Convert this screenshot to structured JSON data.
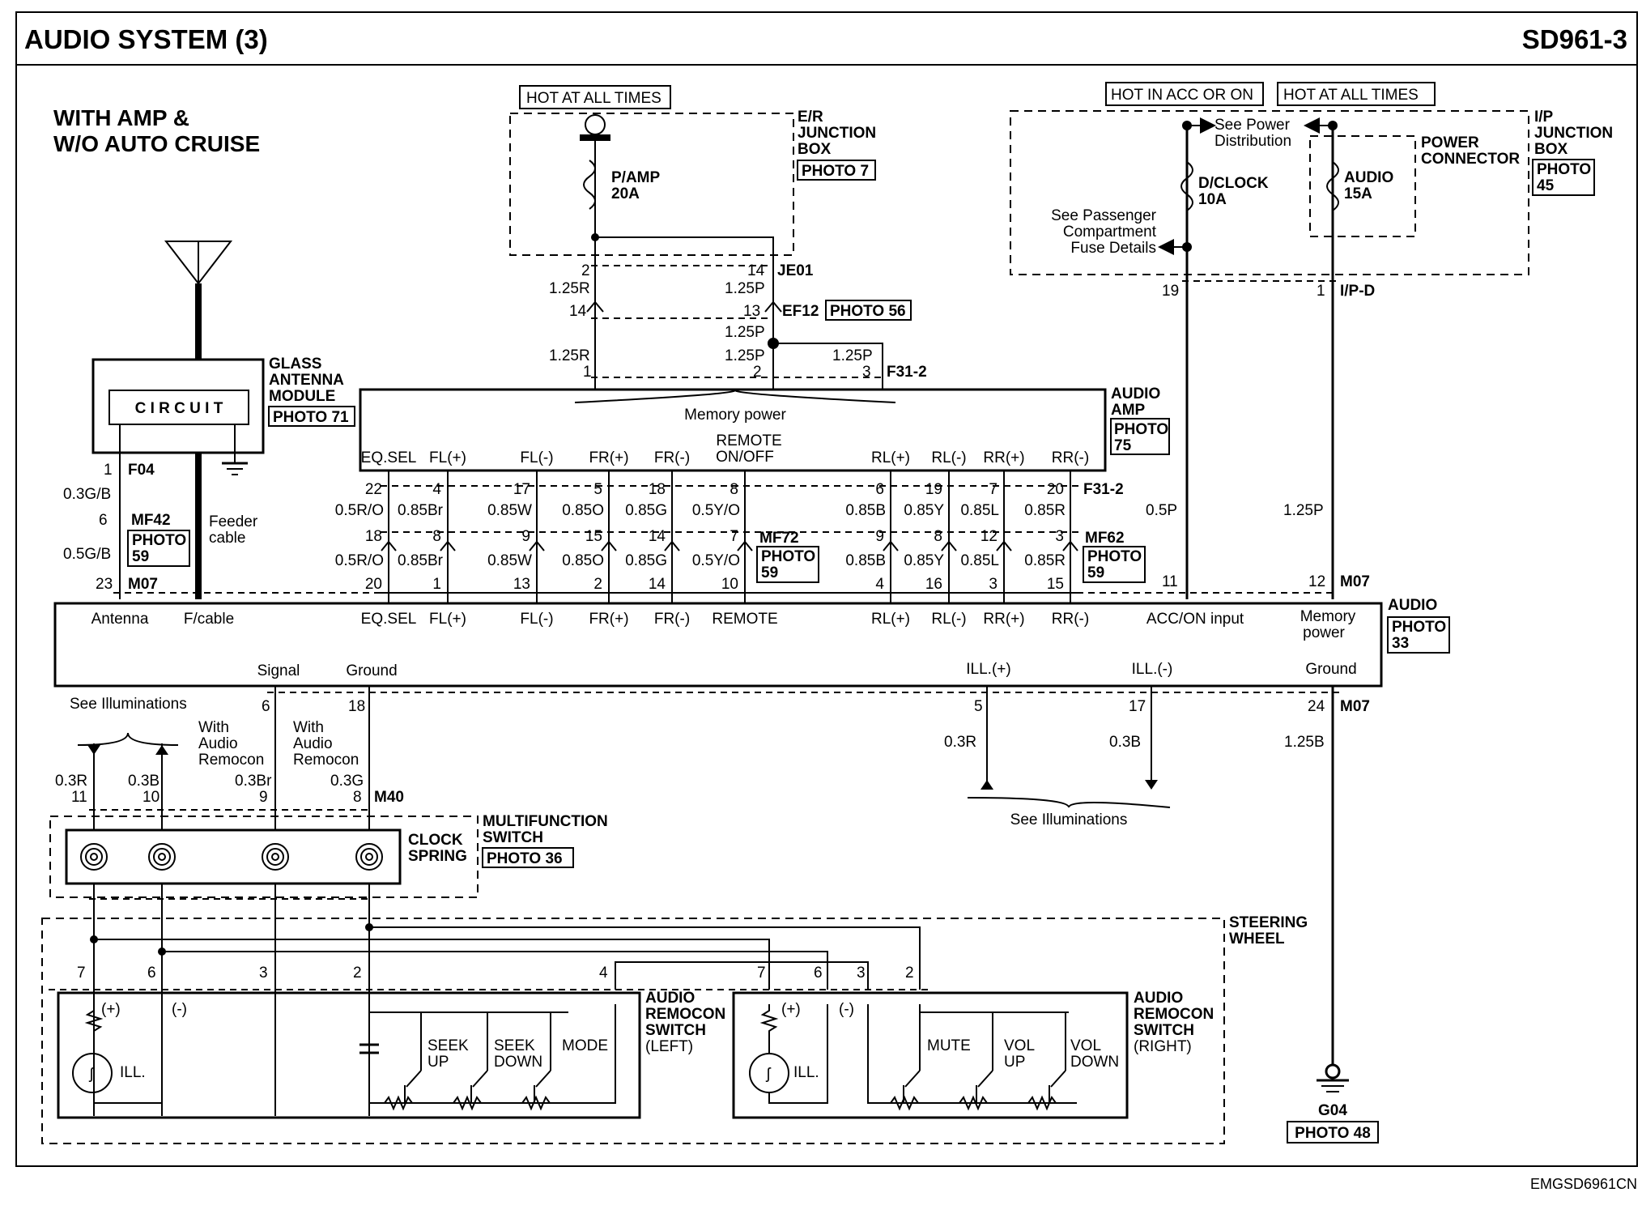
{
  "header": {
    "title": "AUDIO SYSTEM (3)",
    "code": "SD961-3"
  },
  "variant": [
    "WITH AMP &",
    "W/O AUTO CRUISE"
  ],
  "footer_code": "EMGSD6961CN",
  "power": {
    "hot_all_times_er": "HOT AT ALL TIMES",
    "hot_acc_on": "HOT IN ACC OR ON",
    "hot_all_times_ip": "HOT AT ALL TIMES",
    "er_box": [
      "E/R",
      "JUNCTION",
      "BOX"
    ],
    "er_photo": "PHOTO 7",
    "pamp_fuse": [
      "P/AMP",
      "20A"
    ],
    "ip_box": [
      "I/P",
      "JUNCTION",
      "BOX"
    ],
    "ip_photo": [
      "PHOTO",
      "45"
    ],
    "power_connector": [
      "POWER",
      "CONNECTOR"
    ],
    "dclock_fuse": [
      "D/CLOCK",
      "10A"
    ],
    "audio_fuse": [
      "AUDIO",
      "15A"
    ],
    "see_power_dist": [
      "See Power",
      "Distribution"
    ],
    "see_passenger": [
      "See Passenger",
      "Compartment",
      "Fuse Details"
    ]
  },
  "connectors": {
    "je01": "JE01",
    "ef12": "EF12",
    "ef12_photo": "PHOTO 56",
    "f31_2": "F31-2",
    "ip_d": "I/P-D",
    "m07": "M07",
    "f04": "F04",
    "mf42": "MF42",
    "mf72": "MF72",
    "mf62": "MF62",
    "m40": "M40",
    "g04": "G04"
  },
  "er_wires": {
    "pin2": "2",
    "pin14a": "14",
    "w_125r": "1.25R",
    "w_125p": "1.25P",
    "pin14b": "14",
    "pin13": "13",
    "pin1": "1",
    "pin2b": "2",
    "pin3": "3"
  },
  "ip_wires": {
    "pin19": "19",
    "pin1": "1",
    "w_05p": "0.5P",
    "w_125p": "1.25P",
    "pin11": "11",
    "pin12": "12"
  },
  "amp": {
    "title": [
      "AUDIO",
      "AMP"
    ],
    "photo": [
      "PHOTO",
      "75"
    ],
    "memory_power": "Memory power",
    "remote_label": [
      "REMOTE",
      "ON/OFF"
    ],
    "terminals": [
      {
        "label": "EQ.SEL",
        "top": "22",
        "wire": "0.5R/O",
        "mid": "18",
        "wire2": "0.5R/O",
        "bot": "20"
      },
      {
        "label": "FL(+)",
        "top": "4",
        "wire": "0.85Br",
        "mid": "8",
        "wire2": "0.85Br",
        "bot": "1"
      },
      {
        "label": "FL(-)",
        "top": "17",
        "wire": "0.85W",
        "mid": "9",
        "wire2": "0.85W",
        "bot": "13"
      },
      {
        "label": "FR(+)",
        "top": "5",
        "wire": "0.85O",
        "mid": "15",
        "wire2": "0.85O",
        "bot": "2"
      },
      {
        "label": "FR(-)",
        "top": "18",
        "wire": "0.85G",
        "mid": "14",
        "wire2": "0.85G",
        "bot": "14"
      },
      {
        "label": "",
        "top": "8",
        "wire": "0.5Y/O",
        "mid": "7",
        "wire2": "0.5Y/O",
        "bot": "10"
      },
      {
        "label": "RL(+)",
        "top": "6",
        "wire": "0.85B",
        "mid": "9",
        "wire2": "0.85B",
        "bot": "4"
      },
      {
        "label": "RL(-)",
        "top": "19",
        "wire": "0.85Y",
        "mid": "8",
        "wire2": "0.85Y",
        "bot": "16"
      },
      {
        "label": "RR(+)",
        "top": "7",
        "wire": "0.85L",
        "mid": "12",
        "wire2": "0.85L",
        "bot": "3"
      },
      {
        "label": "RR(-)",
        "top": "20",
        "wire": "0.85R",
        "mid": "3",
        "wire2": "0.85R",
        "bot": "15"
      }
    ]
  },
  "photos": {
    "mf72": [
      "PHOTO",
      "59"
    ],
    "mf62": [
      "PHOTO",
      "59"
    ],
    "mf42": [
      "PHOTO",
      "59"
    ]
  },
  "audio": {
    "title": "AUDIO",
    "photo": [
      "PHOTO",
      "33"
    ],
    "top_labels": [
      "Antenna",
      "F/cable",
      "EQ.SEL",
      "FL(+)",
      "FL(-)",
      "FR(+)",
      "FR(-)",
      "REMOTE",
      "RL(+)",
      "RL(-)",
      "RR(+)",
      "RR(-)",
      "ACC/ON input"
    ],
    "memory": [
      "Memory",
      "power"
    ],
    "bottom_labels": {
      "signal": "Signal",
      "ground": "Ground",
      "ill_plus": "ILL.(+)",
      "ill_minus": "ILL.(-)",
      "ground2": "Ground"
    }
  },
  "antenna": {
    "module": [
      "GLASS",
      "ANTENNA",
      "MODULE"
    ],
    "photo": "PHOTO 71",
    "circuit": "C I R C U I T",
    "feeder": [
      "Feeder",
      "cable"
    ],
    "pin1": "1",
    "pin6": "6",
    "pin23": "23",
    "w1": "0.3G/B",
    "w2": "0.5G/B"
  },
  "lower": {
    "pin6": "6",
    "pin18": "18",
    "pin5": "5",
    "pin17": "17",
    "pin24": "24",
    "w_03r": "0.3R",
    "w_03b": "0.3B",
    "w_125b": "1.25B",
    "see_ill_left": "See Illuminations",
    "see_ill_right": "See Illuminations",
    "with_remocon_a": [
      "With",
      "Audio",
      "Remocon"
    ],
    "with_remocon_b": [
      "With",
      "Audio",
      "Remocon"
    ],
    "m40_wires": [
      "0.3R",
      "0.3B",
      "0.3Br",
      "0.3G"
    ],
    "m40_pins": [
      "11",
      "10",
      "9",
      "8"
    ]
  },
  "multifunction": {
    "title": [
      "MULTIFUNCTION",
      "SWITCH"
    ],
    "clock_spring": [
      "CLOCK",
      "SPRING"
    ],
    "photo": "PHOTO 36"
  },
  "steering": {
    "title": [
      "STEERING",
      "WHEEL"
    ]
  },
  "left_switch": {
    "title": [
      "AUDIO",
      "REMOCON",
      "SWITCH",
      "(LEFT)"
    ],
    "pins": [
      "7",
      "6",
      "3",
      "2",
      "4"
    ],
    "plus": "(+)",
    "minus": "(-)",
    "ill": "ILL.",
    "buttons": [
      [
        "SEEK",
        "UP"
      ],
      [
        "SEEK",
        "DOWN"
      ],
      [
        "MODE"
      ]
    ]
  },
  "right_switch": {
    "title": [
      "AUDIO",
      "REMOCON",
      "SWITCH",
      "(RIGHT)"
    ],
    "pins": [
      "7",
      "6",
      "3",
      "2"
    ],
    "plus": "(+)",
    "minus": "(-)",
    "ill": "ILL.",
    "buttons": [
      [
        "MUTE"
      ],
      [
        "VOL",
        "UP"
      ],
      [
        "VOL",
        "DOWN"
      ]
    ]
  },
  "ground_photo": "PHOTO 48"
}
